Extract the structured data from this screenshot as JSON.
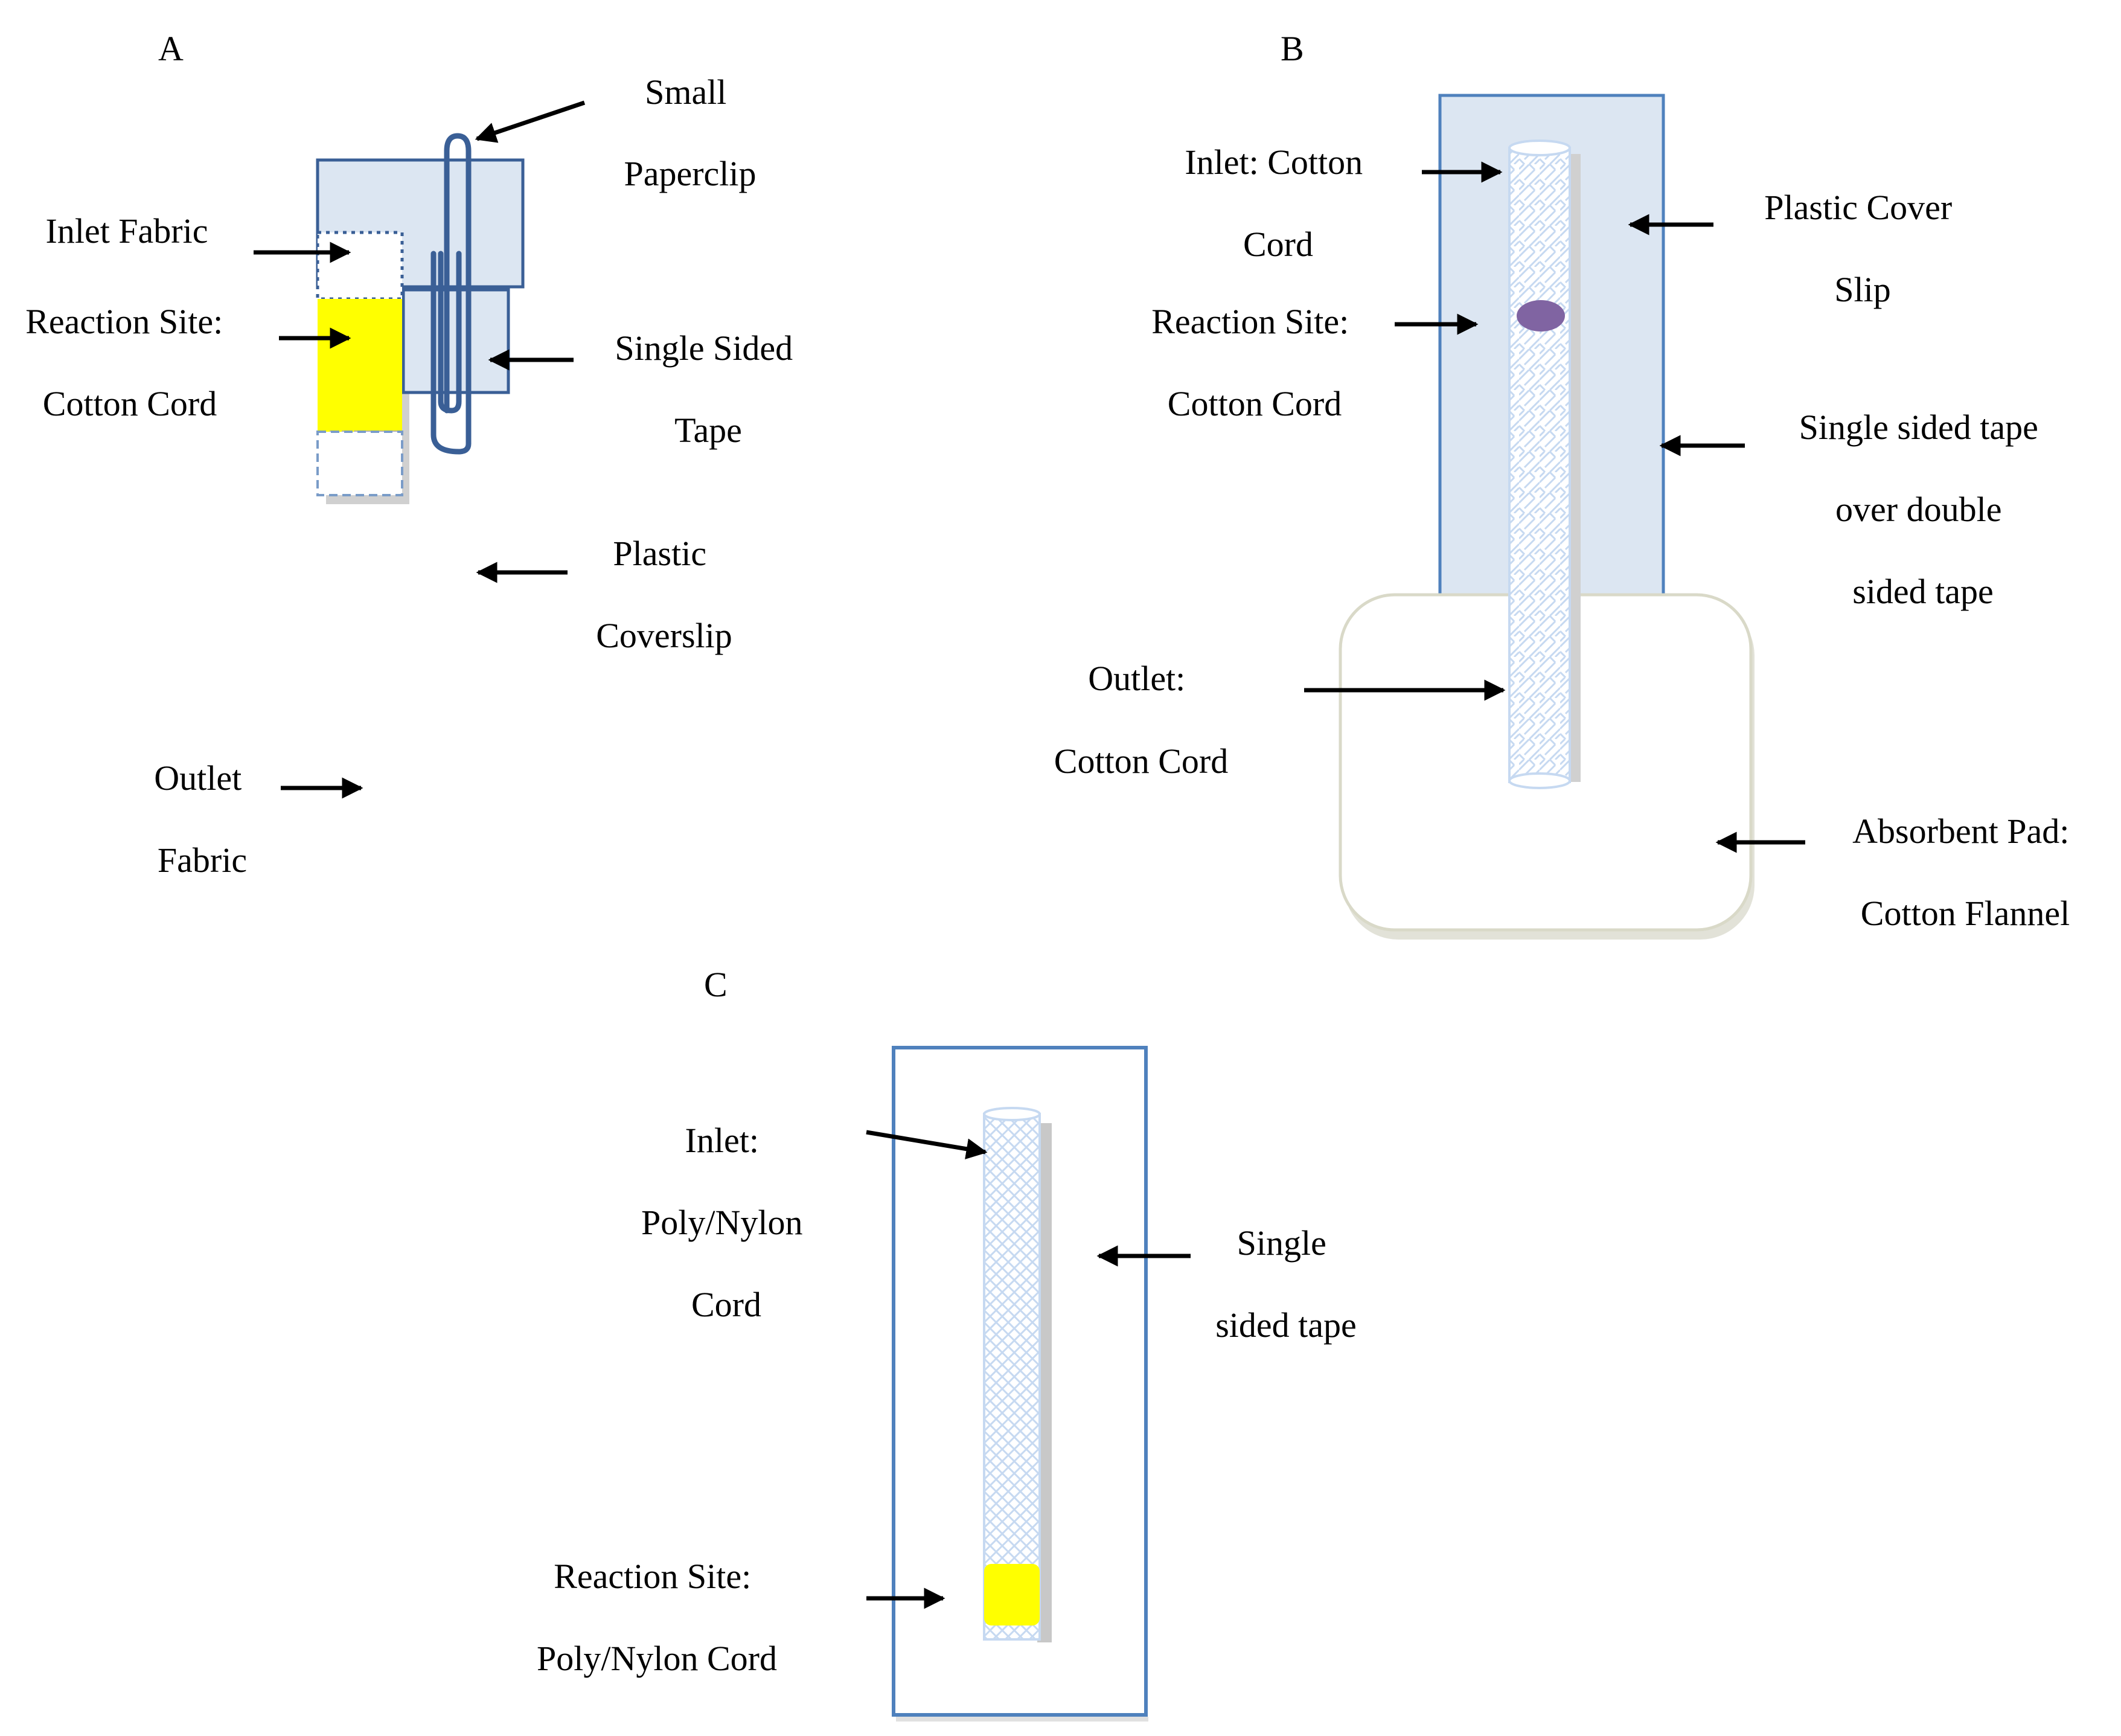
{
  "panels": {
    "a": {
      "letter": "A",
      "labels": {
        "small_paperclip": [
          "Small",
          "Paperclip"
        ],
        "inlet_fabric": [
          "Inlet Fabric"
        ],
        "reaction_site": [
          "Reaction Site:",
          "Cotton Cord"
        ],
        "single_sided_tape": [
          "Single Sided",
          "Tape"
        ],
        "plastic_coverslip": [
          "Plastic",
          "Coverslip"
        ],
        "outlet_fabric": [
          "Outlet",
          "Fabric"
        ]
      }
    },
    "b": {
      "letter": "B",
      "labels": {
        "inlet": [
          "Inlet: Cotton",
          "Cord"
        ],
        "reaction_site": [
          "Reaction Site:",
          "Cotton Cord"
        ],
        "plastic_cover_slip": [
          "Plastic Cover",
          "Slip"
        ],
        "single_sided_tape": [
          "Single sided tape",
          "over double",
          "sided tape"
        ],
        "outlet": [
          "Outlet:",
          "Cotton Cord"
        ],
        "absorbent_pad": [
          "Absorbent Pad:",
          "Cotton Flannel"
        ]
      }
    },
    "c": {
      "letter": "C",
      "labels": {
        "inlet": [
          "Inlet:",
          "Poly/Nylon",
          "Cord"
        ],
        "single_sided_tape": [
          "Single",
          "sided tape"
        ],
        "reaction_site": [
          "Reaction Site:",
          "Poly/Nylon Cord"
        ]
      }
    }
  },
  "colors": {
    "coverslip_fill": "#dce6f2",
    "outline_blue": "#3a5f96",
    "border_blue": "#4f81bd",
    "reaction_yellow": "#ffff00",
    "reaction_purple": "#8064a2",
    "cord_weave": "#c6d9f1",
    "pad_border": "#d9d9c8",
    "arrow": "#000000"
  }
}
